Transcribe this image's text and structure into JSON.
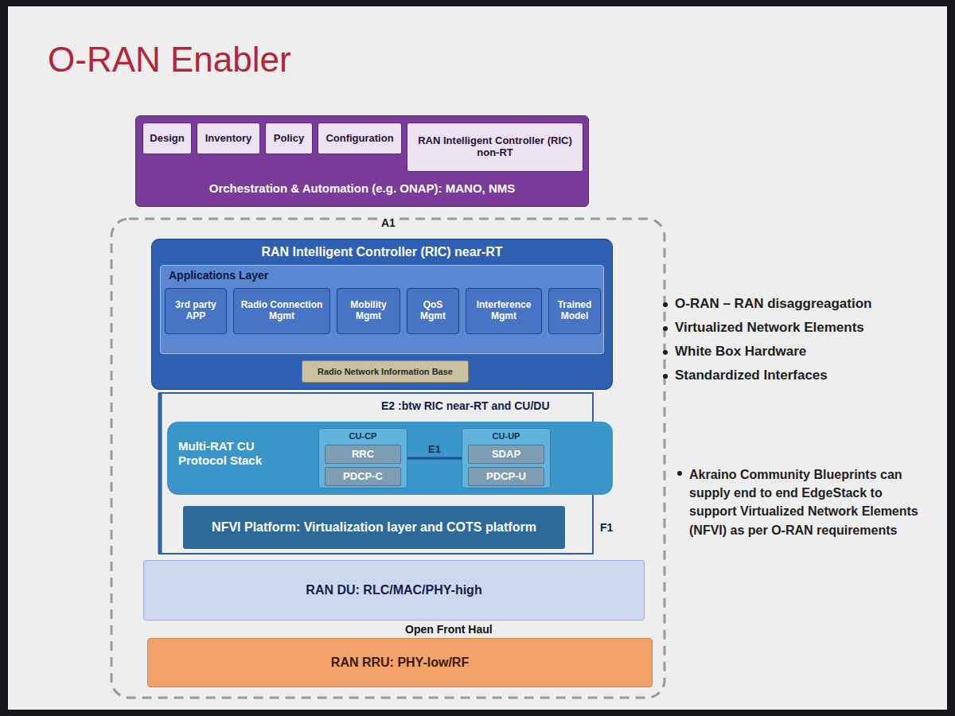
{
  "diagram": {
    "title": "O-RAN Enabler",
    "nodes": [
      {
        "text": [
          "Orchestration & Automation (e.g. ONAP): MANO, NMS"
        ]
      },
      {
        "text": [
          "Design"
        ],
        "in": 0
      },
      {
        "text": [
          "Inventory"
        ],
        "in": 0
      },
      {
        "text": [
          "Policy"
        ],
        "in": 0
      },
      {
        "text": [
          "Configuration"
        ],
        "in": 0
      },
      {
        "text": [
          "RAN Intelligent Controller (RIC) non-RT"
        ],
        "in": 0
      },
      {
        "text": [
          "RAN Intelligent Controller (RIC) near-RT"
        ]
      },
      {
        "text": [
          "Applications Layer"
        ],
        "in": 6
      },
      {
        "text": [
          "3rd party APP"
        ],
        "in": 7
      },
      {
        "text": [
          "Radio Connection Mgmt"
        ],
        "in": 7
      },
      {
        "text": [
          "Mobility Mgmt"
        ],
        "in": 7
      },
      {
        "text": [
          "QoS Mgmt"
        ],
        "in": 7
      },
      {
        "text": [
          "Interference Mgmt"
        ],
        "in": 7
      },
      {
        "text": [
          "Trained Model"
        ],
        "in": 7
      },
      {
        "text": [
          "Radio Network Information Base"
        ],
        "in": 6
      },
      {
        "text": [
          "Multi-RAT CU Protocol Stack"
        ]
      },
      {
        "text": [
          "CU-CP"
        ],
        "in": 15
      },
      {
        "text": [
          "RRC"
        ],
        "in": 16
      },
      {
        "text": [
          "PDCP-C"
        ],
        "in": 16
      },
      {
        "text": [
          "CU-UP"
        ],
        "in": 15
      },
      {
        "text": [
          "SDAP"
        ],
        "in": 19
      },
      {
        "text": [
          "PDCP-U"
        ],
        "in": 19
      },
      {
        "text": [
          "NFVI Platform: Virtualization layer and COTS platform"
        ]
      },
      {
        "text": [
          "RAN DU: RLC/MAC/PHY-high"
        ]
      },
      {
        "text": [
          "RAN RRU: PHY-low/RF"
        ]
      }
    ],
    "edges": [
      {
        "from": 0,
        "to": 6,
        "arrow": "none",
        "label": "A1"
      },
      {
        "from": 6,
        "to": 15,
        "arrow": "none",
        "label": "E2 :btw RIC near-RT and CU/DU"
      },
      {
        "from": 16,
        "to": 19,
        "arrow": "none",
        "label": "E1"
      },
      {
        "from": 15,
        "to": 23,
        "arrow": "none",
        "label": "F1"
      },
      {
        "from": 23,
        "to": 24,
        "arrow": "none",
        "label": "Open Front Haul"
      }
    ],
    "labels": [
      "O-RAN – RAN disaggreagation",
      "Virtualized Network Elements",
      "White Box Hardware",
      "Standardized Interfaces",
      "Akraino Community Blueprints can supply end to end EdgeStack to support Virtualized Network Elements (NFVI) as per O-RAN requirements"
    ]
  }
}
